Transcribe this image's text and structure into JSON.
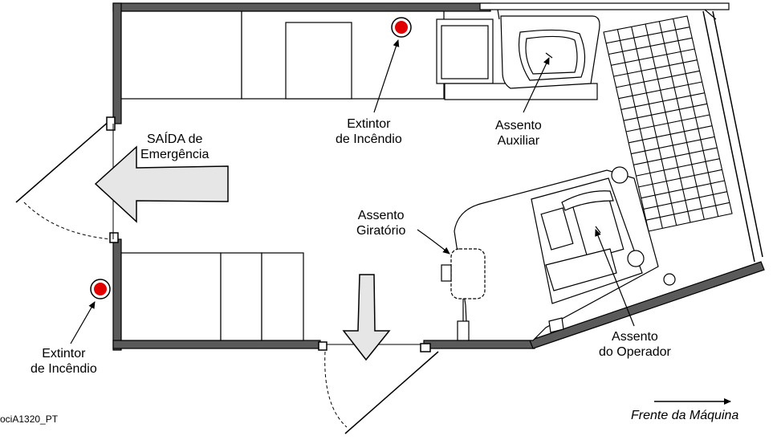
{
  "labels": {
    "emergency_exit": [
      "SAÍDA de",
      "Emergência"
    ],
    "extinguisher_top": [
      "Extintor",
      "de Incêndio"
    ],
    "extinguisher_left": [
      "Extintor",
      "de Incêndio"
    ],
    "aux_seat": [
      "Assento",
      "Auxiliar"
    ],
    "swivel_seat": [
      "Assento",
      "Giratório"
    ],
    "operator_seat": [
      "Assento",
      "do Operador"
    ]
  },
  "figure_code": "ociA1320_PT",
  "front_of_machine": "Frente da Máquina",
  "colors": {
    "wall": "#555555",
    "arrow_fill": "#e6e6e6",
    "extinguisher": "#e00000",
    "line": "#000000"
  }
}
